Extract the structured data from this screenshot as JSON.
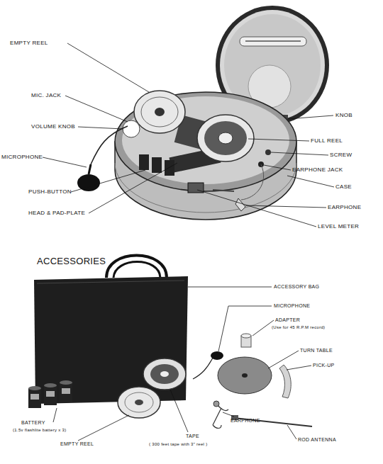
{
  "diagram": {
    "labels": [
      "EMPTY REEL",
      "MIC. JACK",
      "VOLUME KNOB",
      "MICROPHONE",
      "PUSH-BUTTON",
      "HEAD & PAD-PLATE",
      "KNOB",
      "FULL REEL",
      "SCREW",
      "EARPHONE JACK",
      "CASE",
      "EARPHONE",
      "LEVEL METER",
      "ACCESSORIES",
      "ACCESSORY BAG",
      "MICROPHONE",
      "ADAPTER",
      "(Use for 45 R.P.M record)",
      "TURN TABLE",
      "PICK-UP",
      "BATTERY",
      "(1.5v flashlite battery x 3)",
      "EMPTY REEL",
      "TAPE",
      "( 300 feet tape with 3\" reel )",
      "EARPHONE",
      "ROD ANTENNA"
    ]
  }
}
